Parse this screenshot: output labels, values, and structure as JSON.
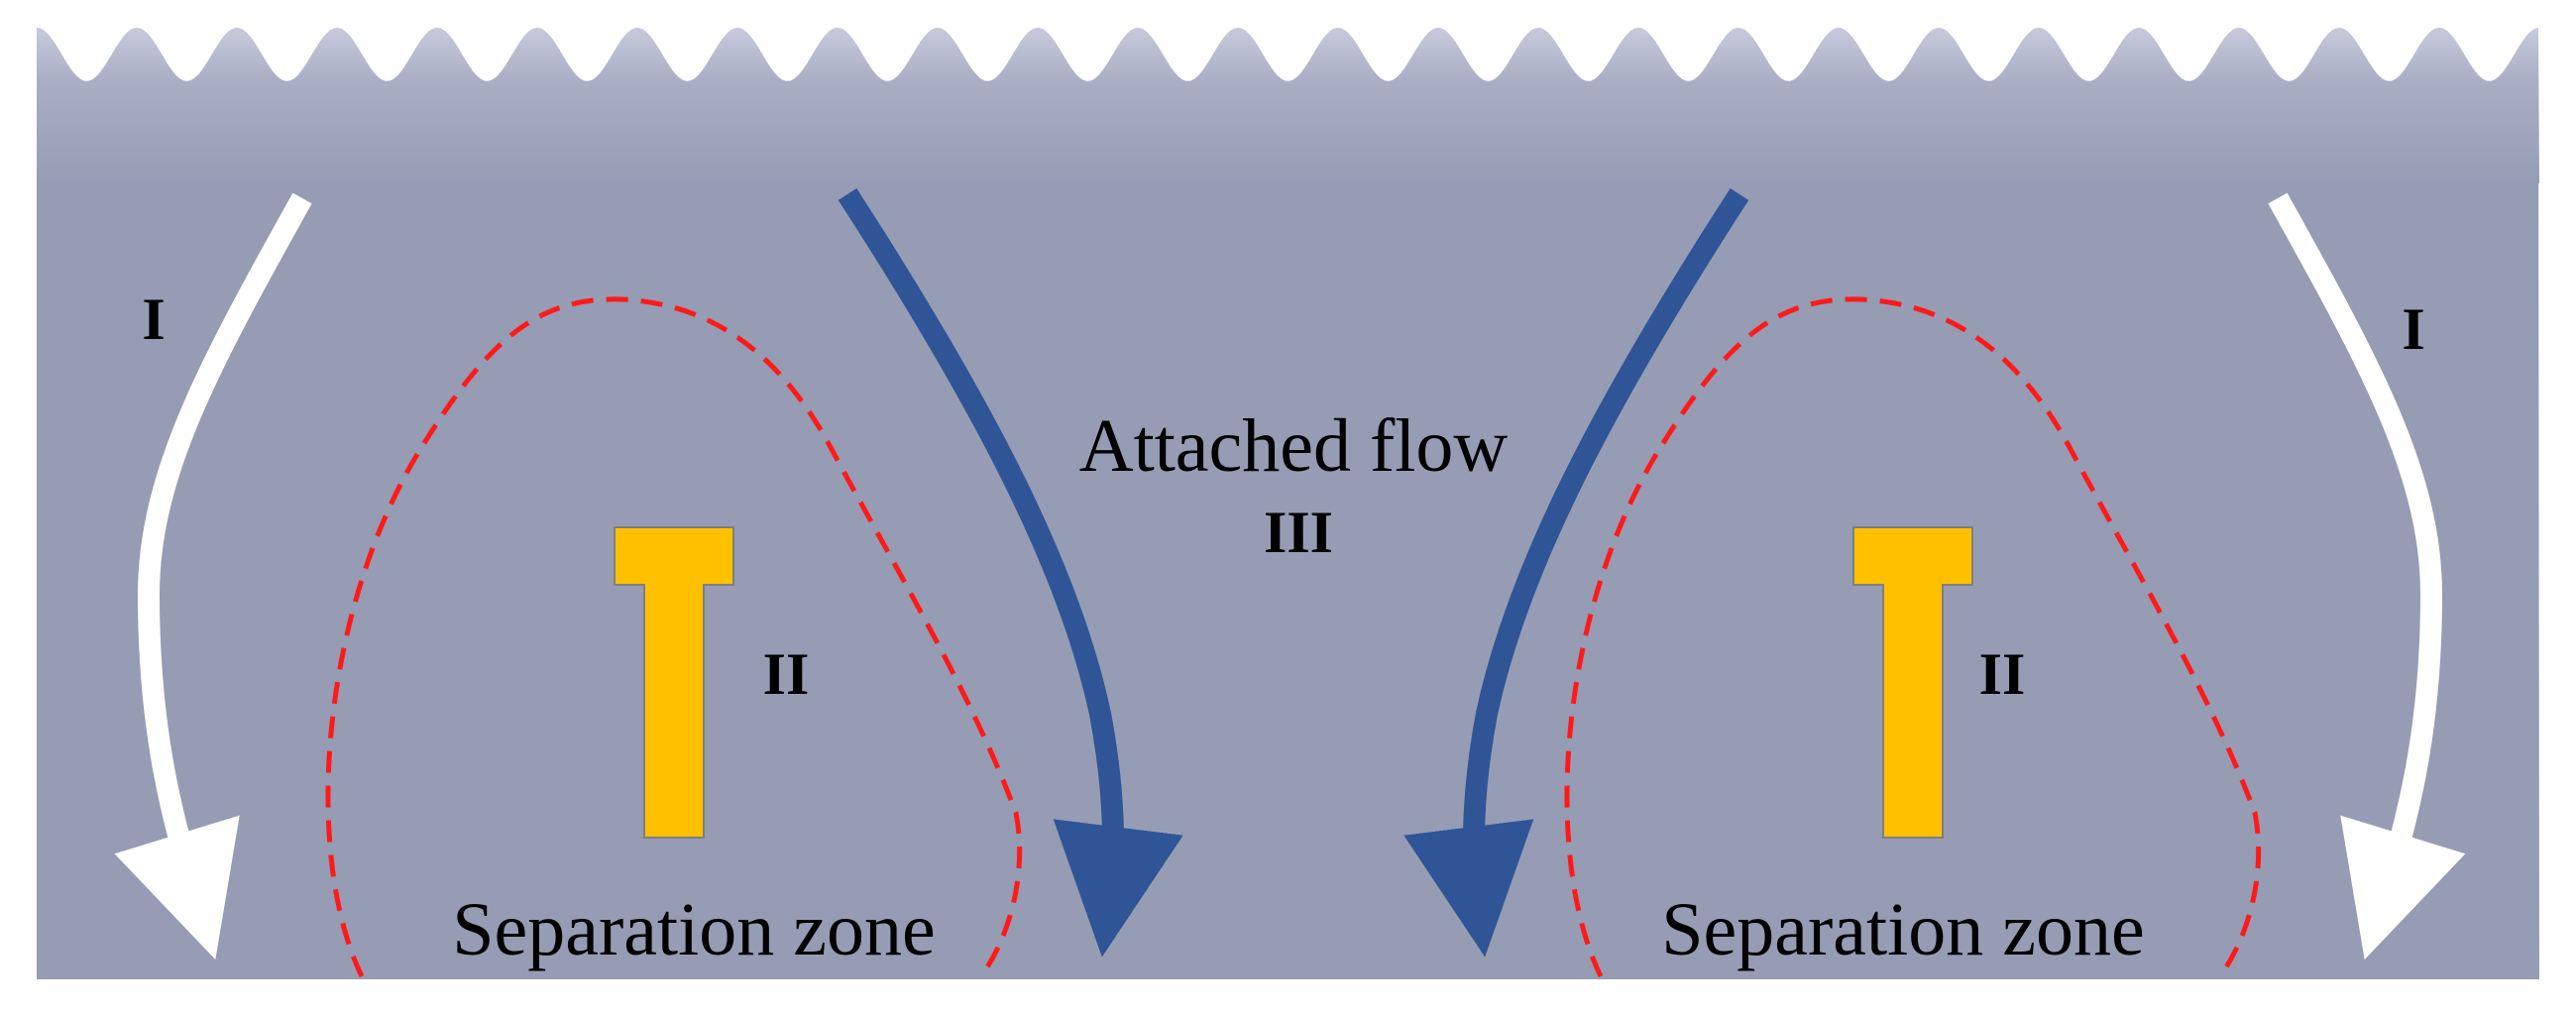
{
  "labels": {
    "region_left": "I",
    "region_right": "I",
    "center_left": "II",
    "center_right": "II",
    "attached_flow": "Attached flow",
    "attached_flow_numeral": "III",
    "separation_left": "Separation zone",
    "separation_right": "Separation zone"
  },
  "colors": {
    "panel": "#969cb3",
    "panel_top": "#c3c7d8",
    "attached_arrow": "#2f5597",
    "outer_arrow": "#ffffff",
    "upward_arrow": "#ffc000",
    "separation_boundary": "#ff1a1a"
  }
}
